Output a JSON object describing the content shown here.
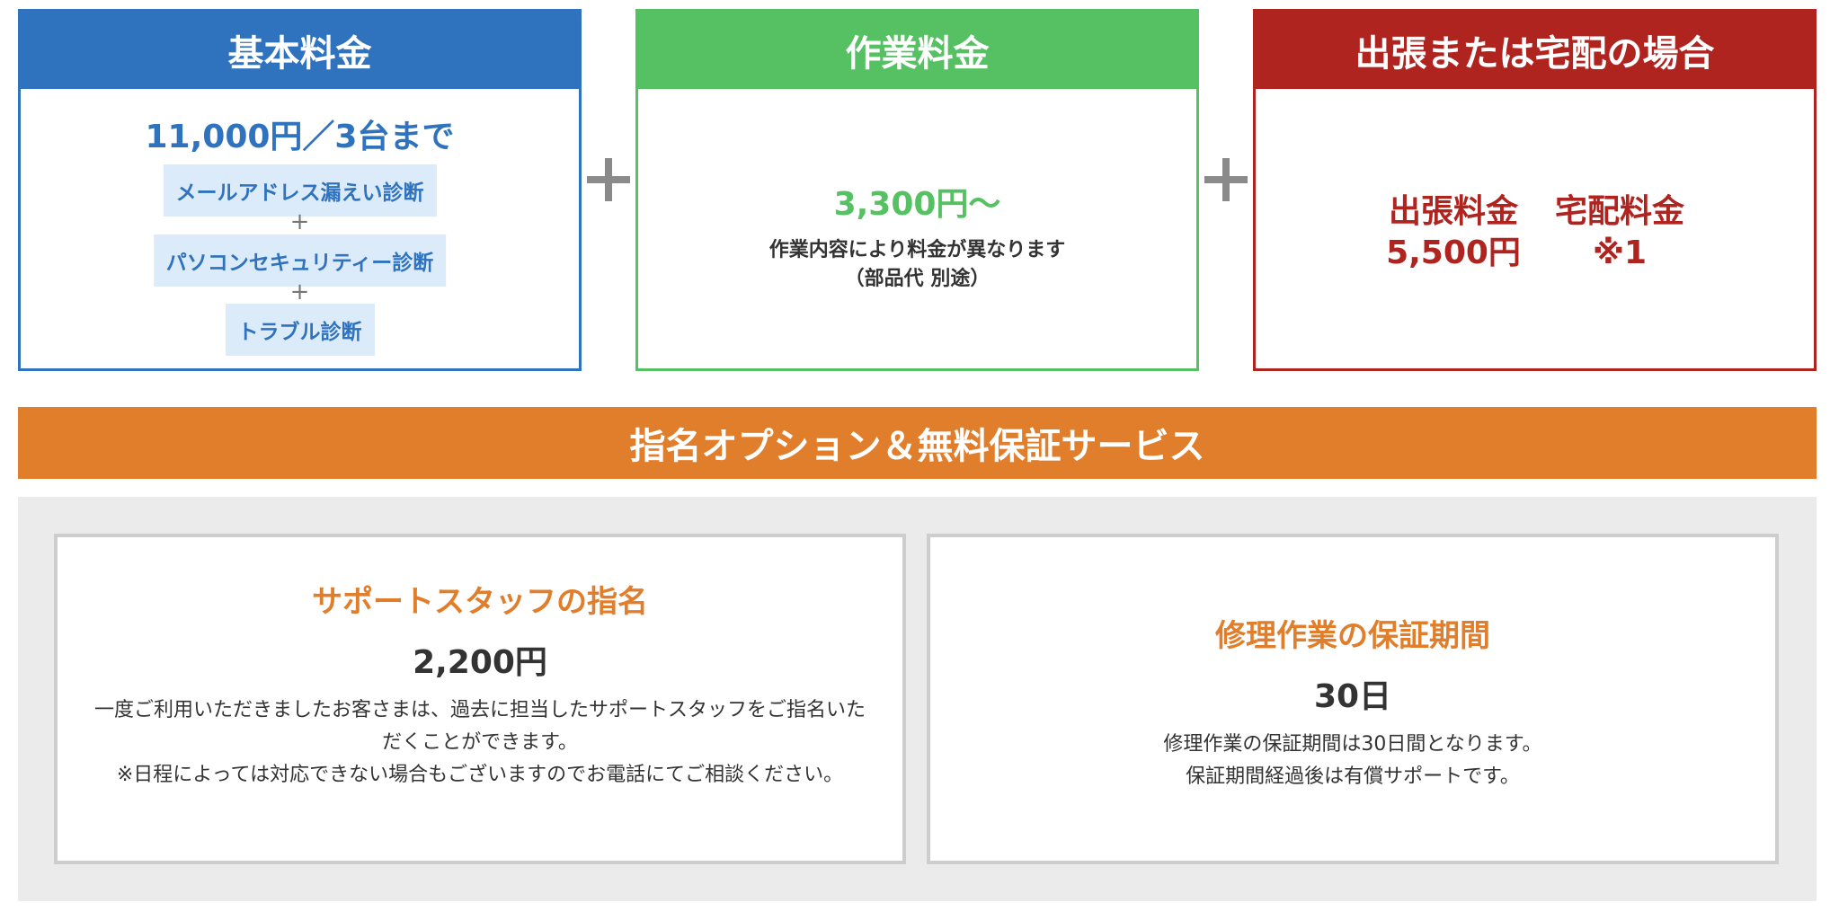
{
  "basic": {
    "title": "基本料金",
    "price": "11,000円／3台まで",
    "items": [
      "メールアドレス漏えい診断",
      "パソコンセキュリティー診断",
      "トラブル診断"
    ],
    "joiner": "+"
  },
  "work": {
    "title": "作業料金",
    "price": "3,300円〜",
    "note_line1": "作業内容により料金が異なります",
    "note_line2": "（部品代 別途）"
  },
  "visit": {
    "title": "出張または宅配の場合",
    "trip_label": "出張料金",
    "trip_price": "5,500円",
    "delivery_label": "宅配料金",
    "delivery_price": "※1"
  },
  "options": {
    "banner": "指名オプション＆無料保証サービス",
    "staff": {
      "title": "サポートスタッフの指名",
      "price": "2,200円",
      "desc_line1": "一度ご利用いただきましたお客さまは、過去に担当したサポートスタッフをご指名いただくことができます。",
      "desc_line2": "※日程によっては対応できない場合もございますのでお電話にてご相談ください。"
    },
    "warranty": {
      "title": "修理作業の保証期間",
      "value": "30日",
      "desc_line1": "修理作業の保証期間は30日間となります。",
      "desc_line2": "保証期間経過後は有償サポートです。"
    }
  },
  "colors": {
    "blue": "#2f72bd",
    "green": "#56c162",
    "red": "#b02420",
    "orange": "#e07e2c",
    "panel_gray": "#ebebeb"
  }
}
